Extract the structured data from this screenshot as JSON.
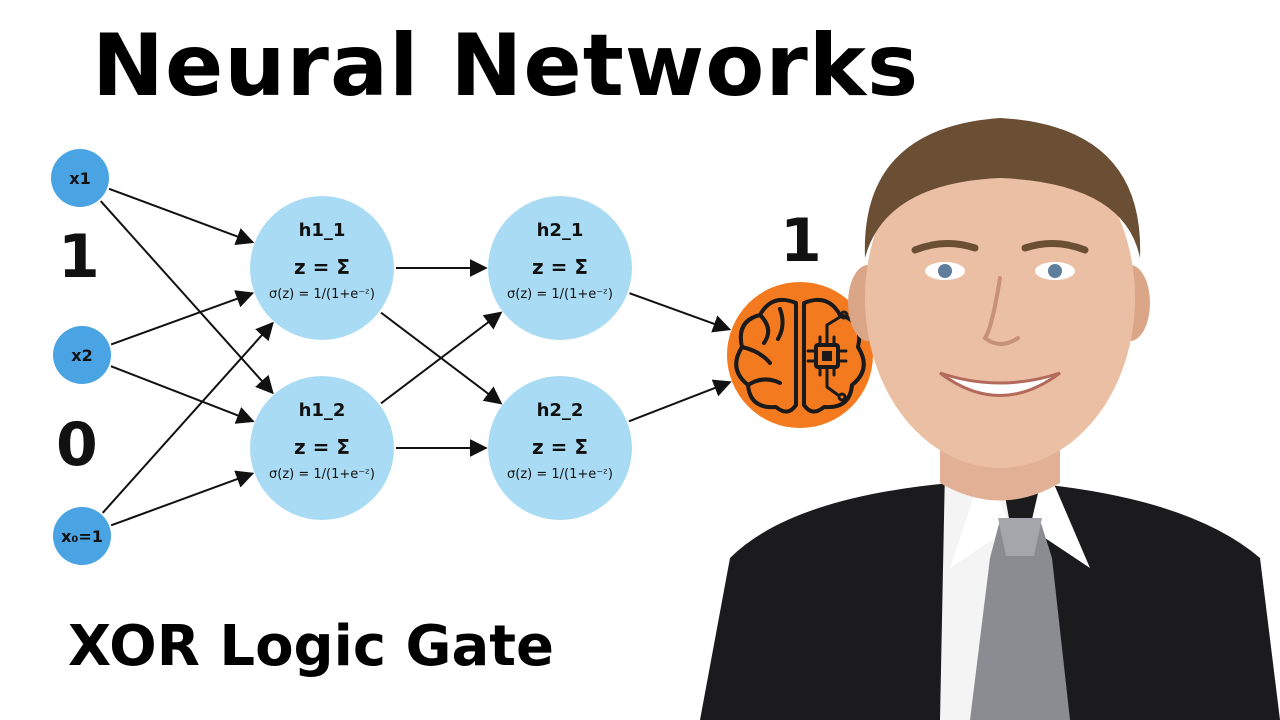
{
  "title": "Neural Networks",
  "subtitle": "XOR Logic Gate",
  "input_values": [
    "1",
    "0"
  ],
  "output_value": "1",
  "colors": {
    "input_node": "#4aa3e3",
    "hidden_node": "#a9dcf4",
    "output_node": "#f47a1f",
    "arrow": "#111111"
  },
  "diagram": {
    "inputs": [
      {
        "id": "x1",
        "label": "x1"
      },
      {
        "id": "x2",
        "label": "x2"
      },
      {
        "id": "x0",
        "label": "x₀=1"
      }
    ],
    "layer1": [
      {
        "id": "h1_1",
        "label": "h1_1",
        "sum": "z = Σ",
        "activation": "σ(z) = 1/(1+e⁻ᶻ)"
      },
      {
        "id": "h1_2",
        "label": "h1_2",
        "sum": "z = Σ",
        "activation": "σ(z) = 1/(1+e⁻ᶻ)"
      }
    ],
    "layer2": [
      {
        "id": "h2_1",
        "label": "h2_1",
        "sum": "z = Σ",
        "activation": "σ(z) = 1/(1+e⁻ᶻ)"
      },
      {
        "id": "h2_2",
        "label": "h2_2",
        "sum": "z = Σ",
        "activation": "σ(z) = 1/(1+e⁻ᶻ)"
      }
    ],
    "output": {
      "id": "out",
      "icon": "brain-chip-icon"
    },
    "edges": [
      [
        "x1",
        "h1_1"
      ],
      [
        "x1",
        "h1_2"
      ],
      [
        "x2",
        "h1_1"
      ],
      [
        "x2",
        "h1_2"
      ],
      [
        "x0",
        "h1_1"
      ],
      [
        "x0",
        "h1_2"
      ],
      [
        "h1_1",
        "h2_1"
      ],
      [
        "h1_1",
        "h2_2"
      ],
      [
        "h1_2",
        "h2_1"
      ],
      [
        "h1_2",
        "h2_2"
      ],
      [
        "h2_1",
        "out"
      ],
      [
        "h2_2",
        "out"
      ]
    ]
  }
}
